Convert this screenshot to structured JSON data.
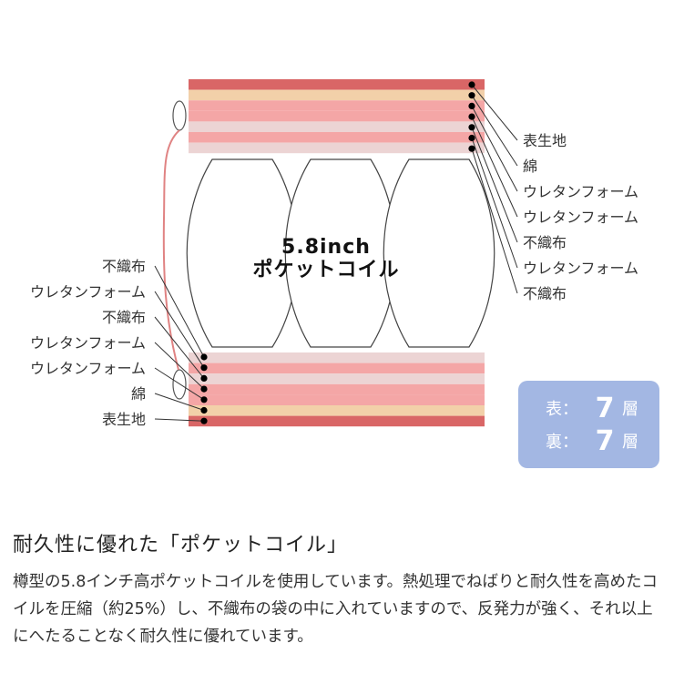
{
  "diagram": {
    "coil_label": {
      "line1": "5.8inch",
      "line2": "ポケットコイル"
    },
    "top_layers": [
      {
        "color": "#d96666"
      },
      {
        "color": "#f2d0a9"
      },
      {
        "color": "#f4a6a6"
      },
      {
        "color": "#f4a6a6"
      },
      {
        "color": "#ecd4d4"
      },
      {
        "color": "#f4a6a6"
      },
      {
        "color": "#ecd4d4"
      }
    ],
    "bottom_layers": [
      {
        "color": "#ecd4d4"
      },
      {
        "color": "#f4a6a6"
      },
      {
        "color": "#ecd4d4"
      },
      {
        "color": "#f4a6a6"
      },
      {
        "color": "#f4a6a6"
      },
      {
        "color": "#f2d0a9"
      },
      {
        "color": "#d96666"
      }
    ],
    "right_labels": [
      "表生地",
      "綿",
      "ウレタンフォーム",
      "ウレタンフォーム",
      "不織布",
      "ウレタンフォーム",
      "不織布"
    ],
    "left_labels": [
      "不織布",
      "ウレタンフォーム",
      "不織布",
      "ウレタンフォーム",
      "ウレタンフォーム",
      "綿",
      "表生地"
    ],
    "coil_count": 3
  },
  "badge": {
    "front_label": "表：",
    "front_count": "7",
    "back_label": "裏：",
    "back_count": "7",
    "unit": "層"
  },
  "description": {
    "heading": "耐久性に優れた「ポケットコイル」",
    "body": "樽型の5.8インチ高ポケットコイルを使用しています。熱処理でねばりと耐久性を高めたコイルを圧縮（約25%）し、不織布の袋の中に入れていますので、反発力が強く、それ以上にへたることなく耐久性に優れています。"
  }
}
